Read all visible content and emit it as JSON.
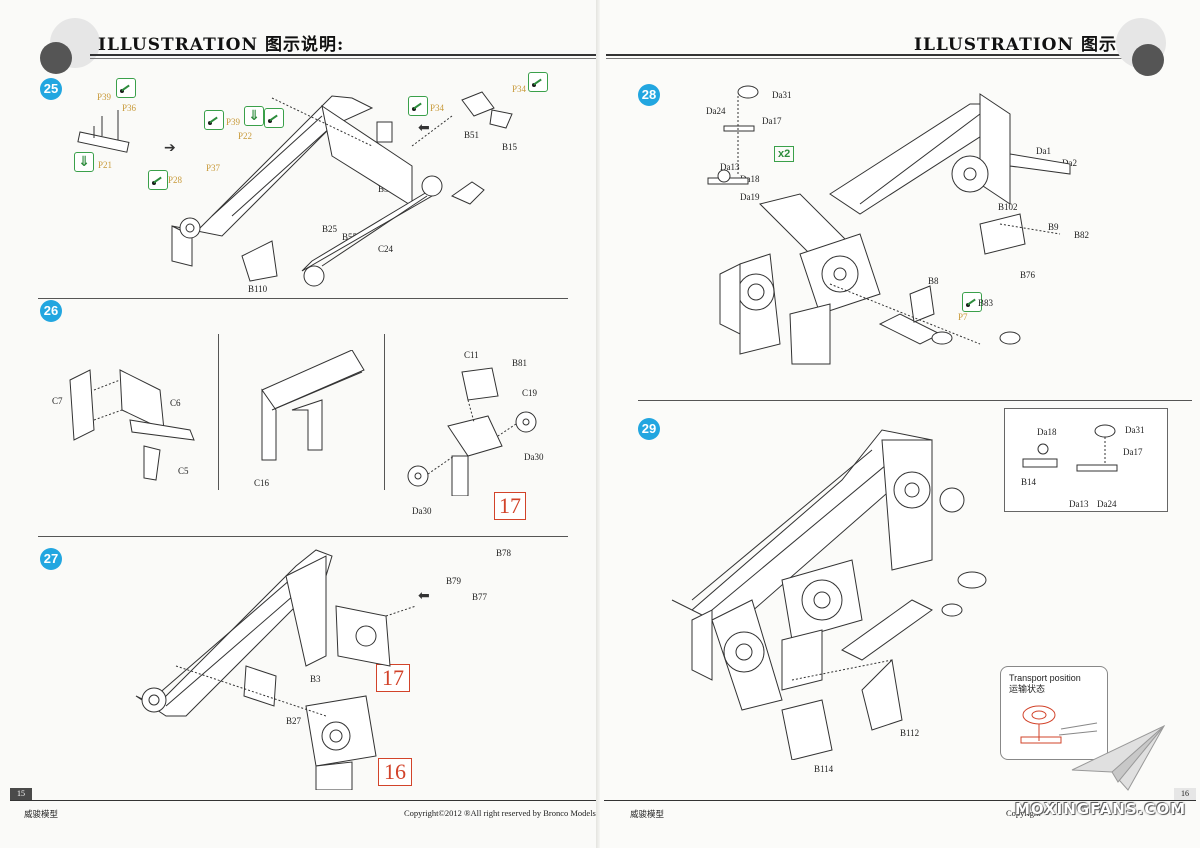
{
  "header": {
    "left_title": "ILLUSTRATION 图示说明:",
    "right_title": "ILLUSTRATION 图示说明:"
  },
  "steps": [
    {
      "number": "25"
    },
    {
      "number": "26"
    },
    {
      "number": "27"
    },
    {
      "number": "28"
    },
    {
      "number": "29"
    }
  ],
  "step25": {
    "parts": [
      "P39",
      "P36",
      "P21",
      "P37",
      "P28",
      "P39",
      "P22",
      "P34",
      "P34",
      "B51",
      "B15",
      "B54",
      "B25",
      "B55",
      "C24",
      "B110"
    ]
  },
  "step26": {
    "parts": [
      "C7",
      "C6",
      "C5",
      "C16",
      "C11",
      "B81",
      "C19",
      "Da30",
      "Da30"
    ],
    "ref": "17"
  },
  "step27": {
    "parts": [
      "B78",
      "B79",
      "B77",
      "B3",
      "B27"
    ],
    "refs": [
      "17",
      "16"
    ]
  },
  "step28": {
    "parts": [
      "Da24",
      "Da31",
      "Da17",
      "Da13",
      "Da18",
      "Da19",
      "Da1",
      "Da2",
      "B102",
      "B9",
      "B82",
      "B76",
      "B8",
      "B83",
      "P7"
    ],
    "multiplier": "x2"
  },
  "step29": {
    "inset_parts": [
      "Da18",
      "Da31",
      "Da17",
      "B14",
      "Da13",
      "Da24"
    ],
    "parts": [
      "B112",
      "B114"
    ],
    "transport_label_en": "Transport position",
    "transport_label_cn": "运输状态"
  },
  "footer": {
    "left_page": "15",
    "right_page": "16",
    "left_brand": "威骏模型",
    "right_brand": "威骏模型",
    "copyright": "Copyright©2012  ®All right reserved by Bronco Models",
    "right_copyright_partial": "Copyright",
    "watermark": "MOXINGFANS.COM"
  },
  "colors": {
    "step_badge": "#22a6e0",
    "ref_box": "#d2432a",
    "icon_green": "#3aa04a",
    "pe_part": "#c89a3a"
  },
  "icons": [
    "glue-icon",
    "bend-icon",
    "arrow-icon",
    "plane-logo-icon"
  ]
}
